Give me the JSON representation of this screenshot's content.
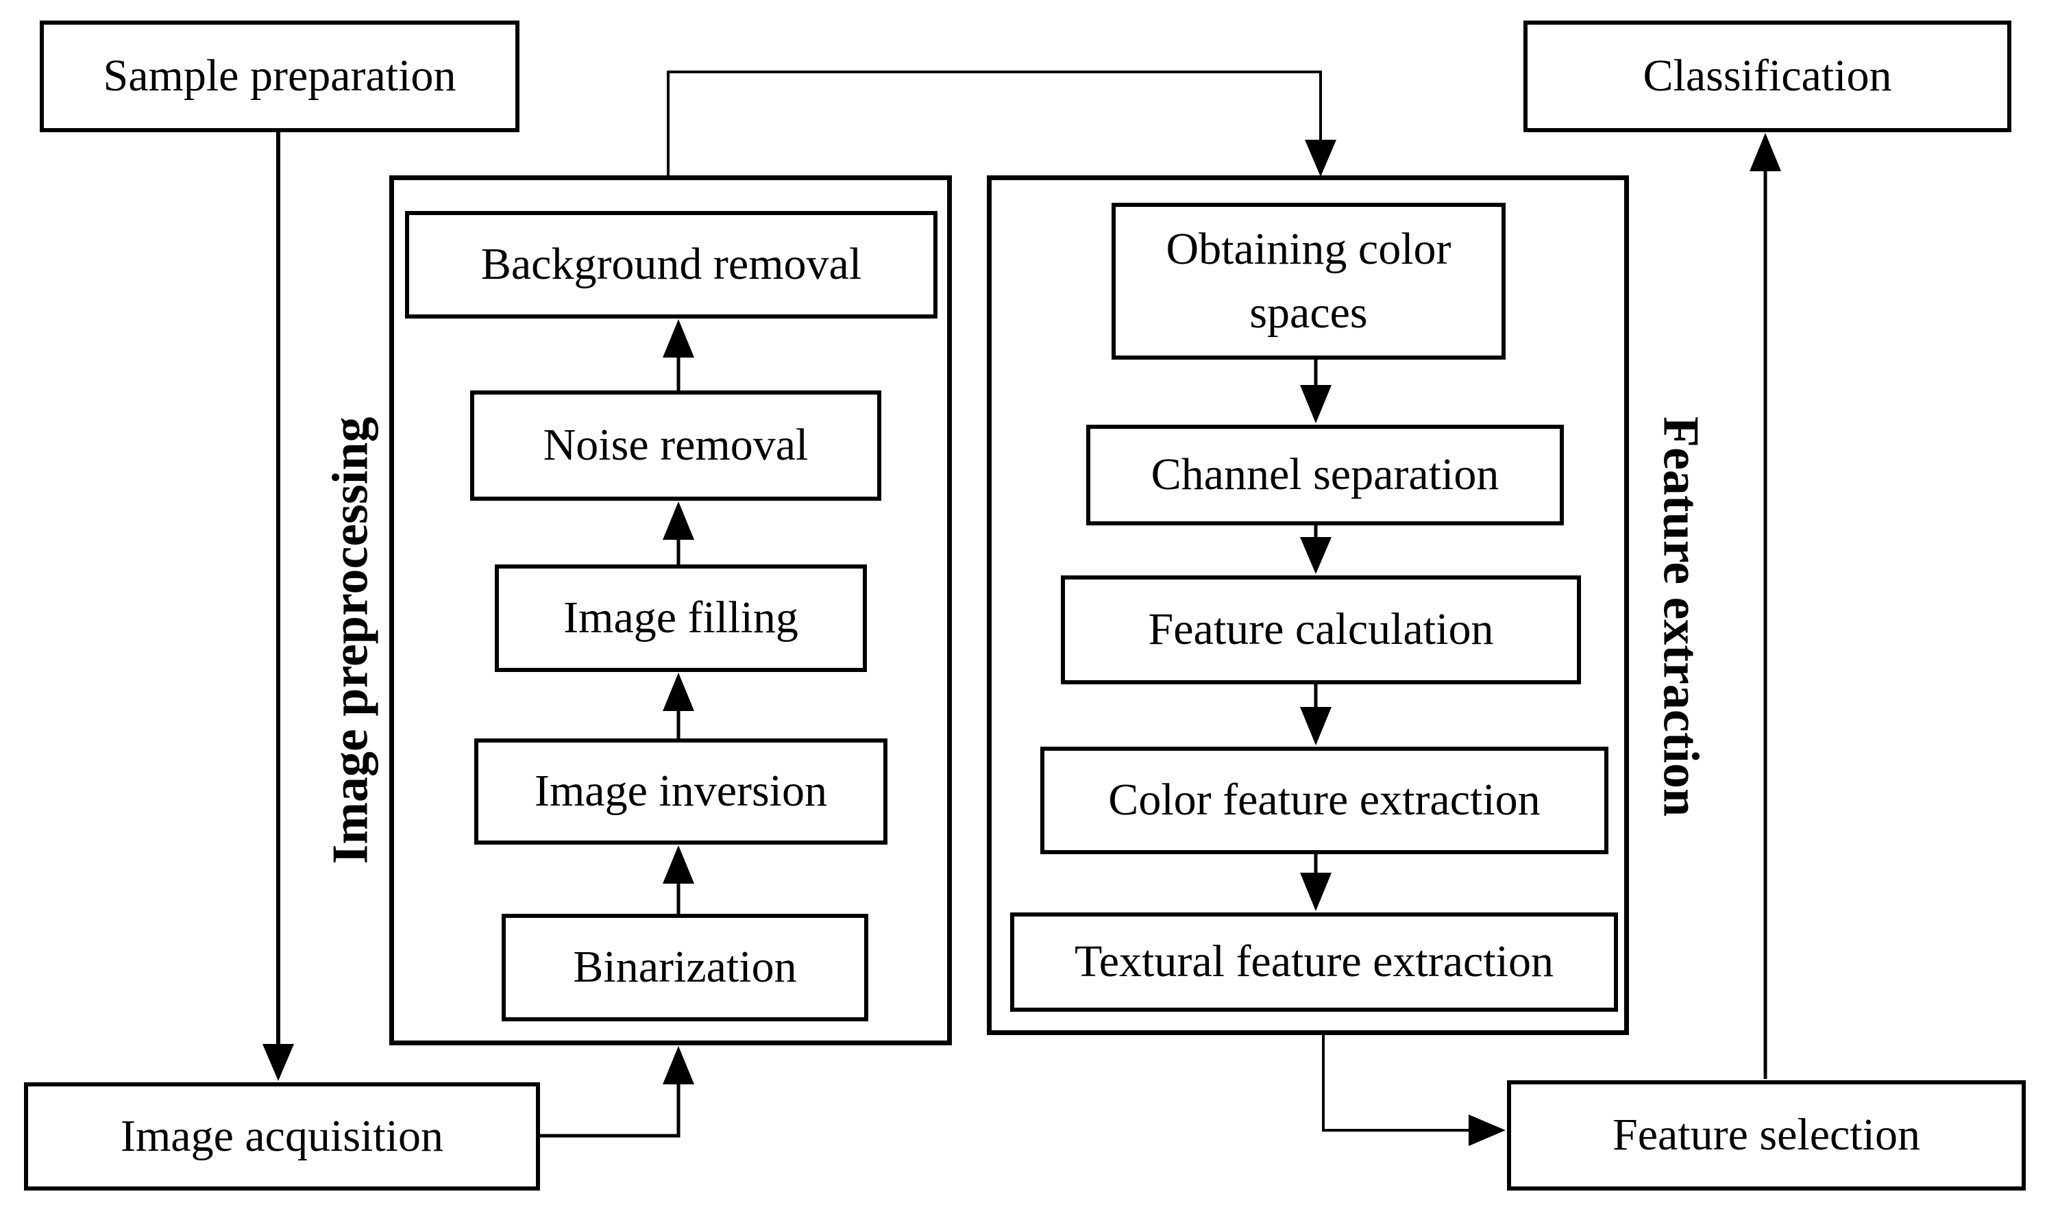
{
  "figure": {
    "background_color": "#ffffff",
    "line_color": "#000000",
    "text_color": "#000000"
  },
  "nodes": {
    "sample_preparation": "Sample preparation",
    "image_acquisition": "Image acquisition",
    "classification": "Classification",
    "feature_selection": "Feature selection"
  },
  "groups": {
    "preprocessing": {
      "label": "Image preprocessing",
      "steps": [
        "Background removal",
        "Noise removal",
        "Image filling",
        "Image inversion",
        "Binarization"
      ]
    },
    "feature_extraction": {
      "label": "Feature extraction",
      "steps": [
        "Obtaining color spaces",
        "Channel separation",
        "Feature calculation",
        "Color feature extraction",
        "Textural feature extraction"
      ]
    }
  },
  "edges": [
    "Sample preparation -> Image acquisition",
    "Image acquisition -> Image preprocessing",
    "Binarization -> Image inversion",
    "Image inversion -> Image filling",
    "Image filling -> Noise removal",
    "Noise removal -> Background removal",
    "Image preprocessing -> Feature extraction",
    "Obtaining color spaces -> Channel separation",
    "Channel separation -> Feature calculation",
    "Feature calculation -> Color feature extraction",
    "Color feature extraction -> Textural feature extraction",
    "Feature extraction -> Feature selection",
    "Feature selection -> Classification"
  ]
}
